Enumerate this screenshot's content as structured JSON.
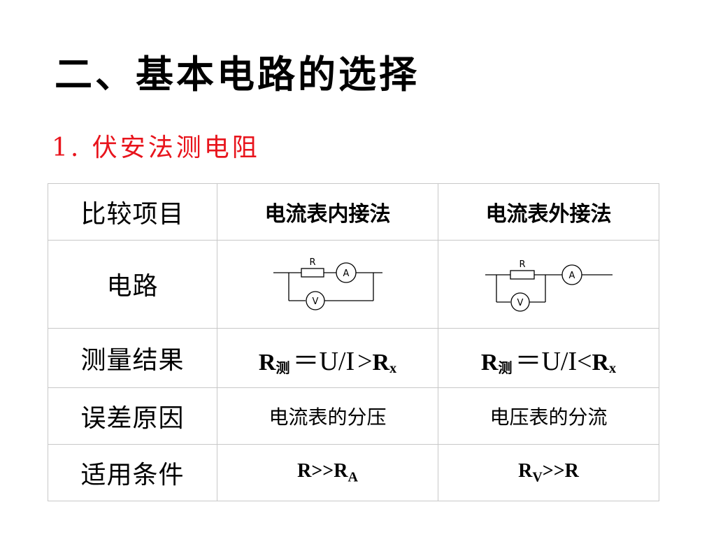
{
  "title": "二、基本电路的选择",
  "subtitle": "1. 伏安法测电阻",
  "colors": {
    "subtitle": "#e8141c",
    "border": "#c8c8c8"
  },
  "table": {
    "header": {
      "label": "比较项目",
      "col1": "电流表内接法",
      "col2": "电流表外接法"
    },
    "circuit": {
      "label": "电路",
      "col1": {
        "resistor": "R",
        "ammeter": "A",
        "voltmeter": "V"
      },
      "col2": {
        "resistor": "R",
        "ammeter": "A",
        "voltmeter": "V"
      }
    },
    "result": {
      "label": "测量结果",
      "col1": {
        "r": "R",
        "r_sub": "测",
        "eq": "＝U/I",
        "cmp": ">",
        "rx": "R",
        "rx_sub": "x"
      },
      "col2": {
        "r": "R",
        "r_sub": "测",
        "eq": "＝U/I",
        "cmp": "<",
        "rx": "R",
        "rx_sub": "x"
      }
    },
    "error": {
      "label": "误差原因",
      "col1": "电流表的分压",
      "col2": "电压表的分流"
    },
    "condition": {
      "label": "适用条件",
      "col1": {
        "main": "R>>R",
        "sub": "A"
      },
      "col2": {
        "lead": "R",
        "sub": "V",
        "rest": ">>R"
      }
    }
  }
}
